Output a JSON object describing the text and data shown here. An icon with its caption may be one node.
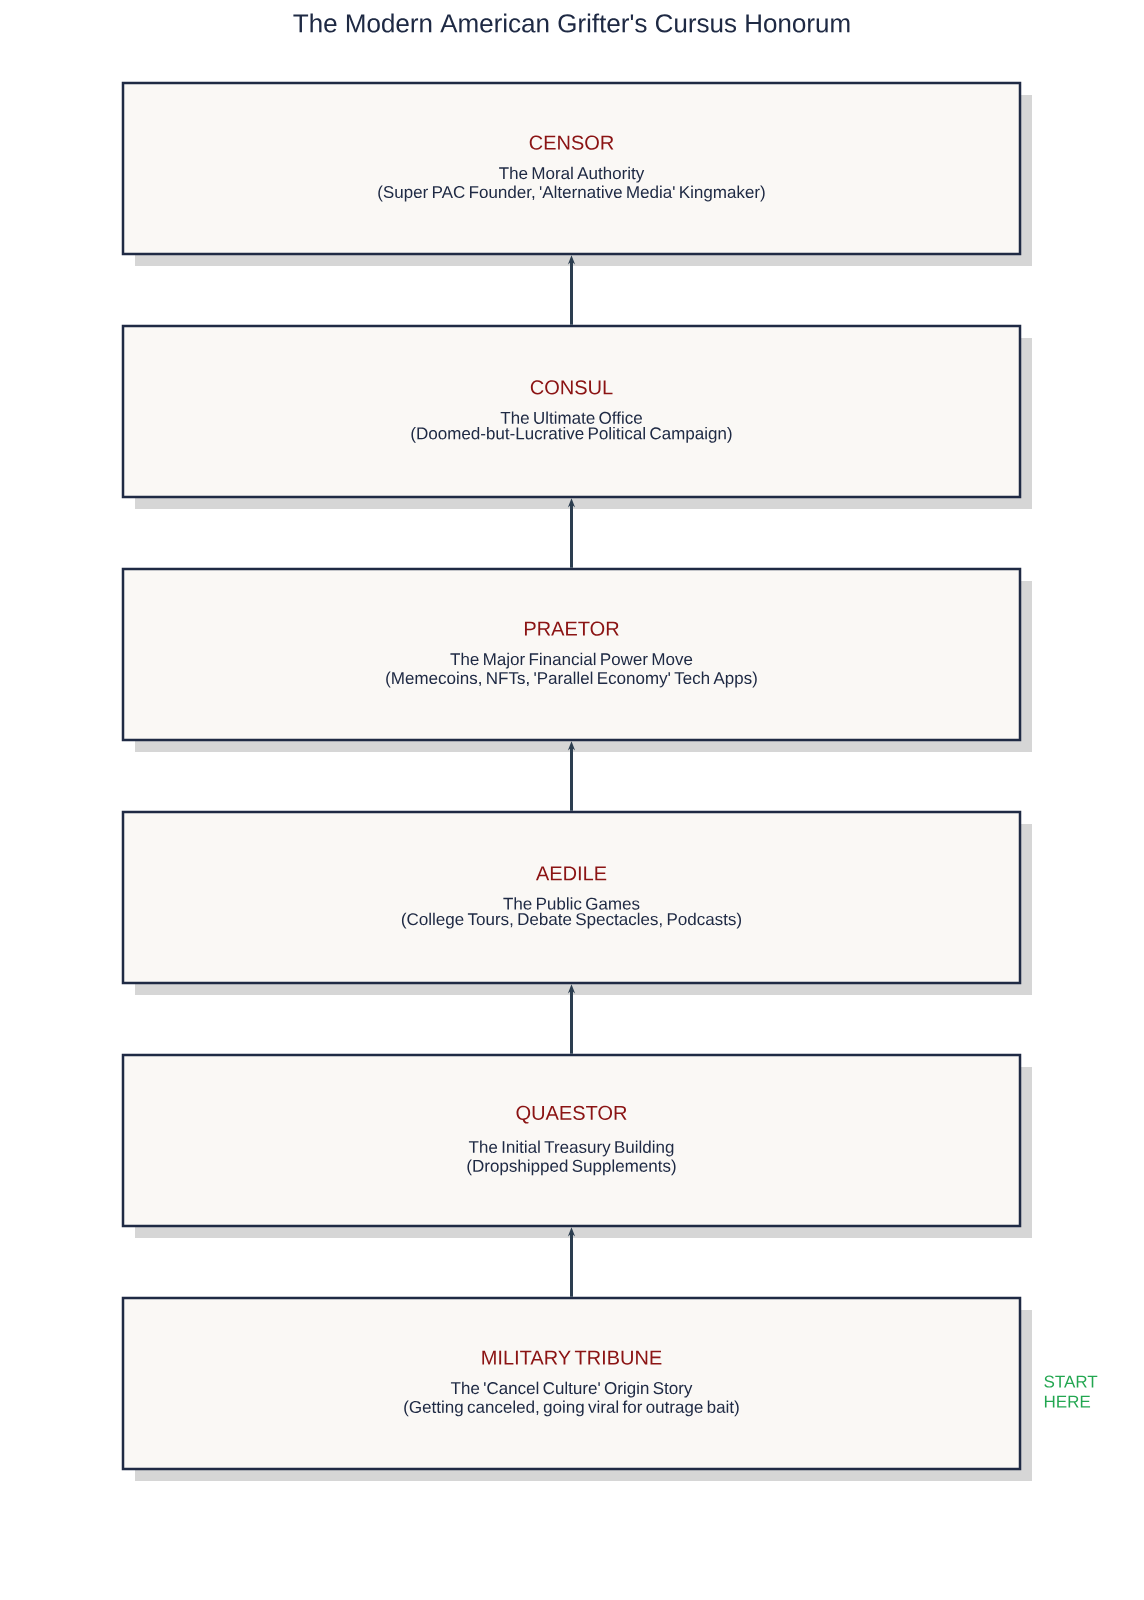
{
  "diagram": {
    "title": "The Modern American Grifter's Cursus Honorum",
    "nodes": [
      {
        "text": [
          "CENSOR",
          "The Moral Authority",
          "(Super PAC Founder, 'Alternative Media' Kingmaker)"
        ]
      },
      {
        "text": [
          "CONSUL",
          "The Ultimate Office",
          "(Doomed-but-Lucrative Political Campaign)"
        ]
      },
      {
        "text": [
          "PRAETOR",
          "The Major Financial Power Move",
          "(Memecoins, NFTs, 'Parallel Economy' Tech Apps)"
        ]
      },
      {
        "text": [
          "AEDILE",
          "The Public Games",
          "(College Tours, Debate Spectacles, Podcasts)"
        ]
      },
      {
        "text": [
          "QUAESTOR",
          "The Initial Treasury Building",
          "(Dropshipped Supplements)"
        ]
      },
      {
        "text": [
          "MILITARY TRIBUNE",
          "The 'Cancel Culture' Origin Story",
          "(Getting canceled, going viral for outrage bait)"
        ],
        "beside": [
          "START HERE"
        ]
      }
    ],
    "edges": [
      {
        "from": 5,
        "to": 4,
        "arrow": "to"
      },
      {
        "from": 4,
        "to": 3,
        "arrow": "to"
      },
      {
        "from": 3,
        "to": 2,
        "arrow": "to"
      },
      {
        "from": 2,
        "to": 1,
        "arrow": "to"
      },
      {
        "from": 1,
        "to": 0,
        "arrow": "to"
      }
    ]
  }
}
